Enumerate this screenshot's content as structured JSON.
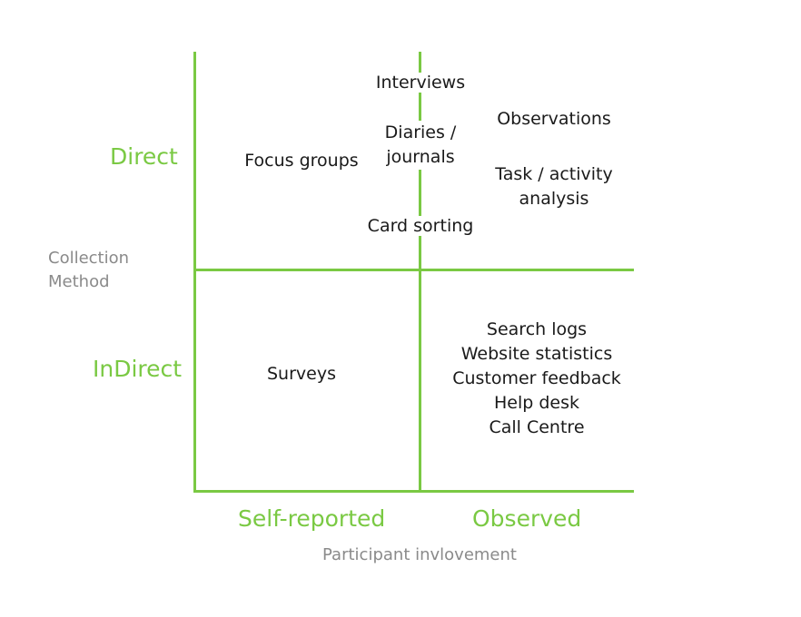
{
  "y_axis": {
    "title_line1": "Collection",
    "title_line2": "Method",
    "top_label": "Direct",
    "bottom_label": "InDirect"
  },
  "x_axis": {
    "title": "Participant invlovement",
    "left_label": "Self-reported",
    "right_label": "Observed"
  },
  "quadrants": {
    "direct_self_reported": [
      "Focus groups"
    ],
    "direct_boundary": [
      "Interviews",
      "Diaries /",
      "journals",
      "Card sorting"
    ],
    "direct_observed": [
      "Observations",
      "Task / activity",
      "analysis"
    ],
    "indirect_self_reported": [
      "Surveys"
    ],
    "indirect_observed": [
      "Search logs",
      "Website statistics",
      "Customer feedback",
      "Help desk",
      "Call Centre"
    ]
  },
  "colors": {
    "accent": "#7ac943",
    "axis_title": "#8a8a8a",
    "text": "#1a1a1a"
  }
}
